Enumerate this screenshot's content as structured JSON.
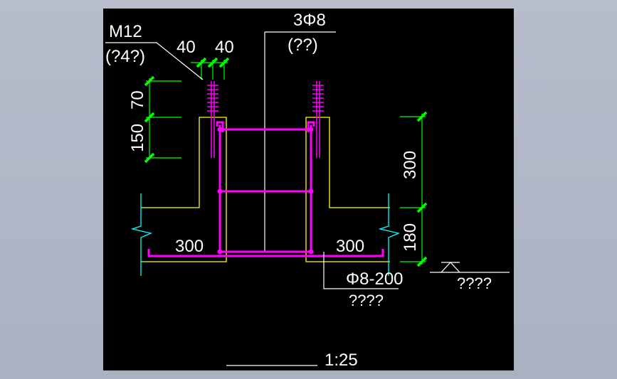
{
  "colors": {
    "background": "#000000",
    "window": "#b7bdcb",
    "rebar": "#ff00ff",
    "concrete": "#ffff00",
    "dimension": "#00ff00",
    "dim_tick": "#00ff00",
    "soil": "#00ffff",
    "leader": "#ffffff",
    "text": "#ffffff"
  },
  "labels": {
    "bolt_name": "M12",
    "bolt_note": "(?4?)",
    "top_bar": "3Φ8",
    "top_bar_note": "(??)",
    "stirrup": "Φ8-200",
    "stirrup_note": "????",
    "ground_note": "????",
    "scale": "1:25"
  },
  "dimensions": {
    "bolt_spacing_left": "40",
    "bolt_spacing_right": "40",
    "bolt_embed_top": "70",
    "bolt_embed_bottom": "150",
    "height_upper": "300",
    "height_lower": "180",
    "flange_left": "300",
    "flange_right": "300"
  }
}
